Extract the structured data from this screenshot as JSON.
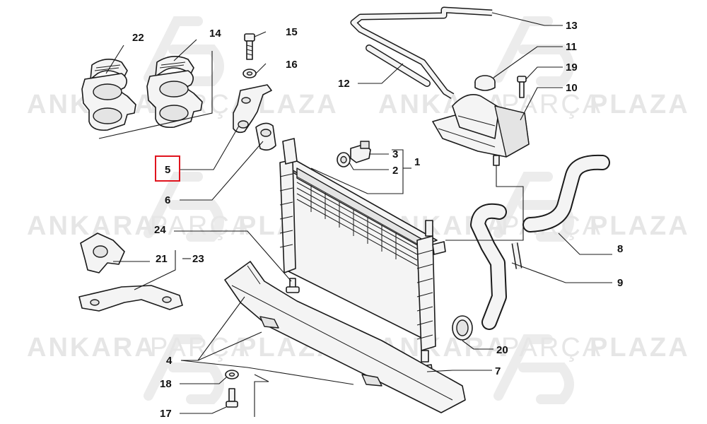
{
  "watermark": {
    "brand_bold_1": "ANKARA",
    "brand_light": "PARÇA",
    "brand_bold_2": "PLAZA"
  },
  "callouts": [
    {
      "id": "1",
      "label": "1"
    },
    {
      "id": "2",
      "label": "2"
    },
    {
      "id": "3",
      "label": "3"
    },
    {
      "id": "4",
      "label": "4"
    },
    {
      "id": "5",
      "label": "5",
      "highlighted": true
    },
    {
      "id": "6",
      "label": "6"
    },
    {
      "id": "7",
      "label": "7"
    },
    {
      "id": "8",
      "label": "8"
    },
    {
      "id": "9",
      "label": "9"
    },
    {
      "id": "10",
      "label": "10"
    },
    {
      "id": "11",
      "label": "11"
    },
    {
      "id": "12",
      "label": "12"
    },
    {
      "id": "13",
      "label": "13"
    },
    {
      "id": "14",
      "label": "14"
    },
    {
      "id": "15",
      "label": "15"
    },
    {
      "id": "16",
      "label": "16"
    },
    {
      "id": "17",
      "label": "17"
    },
    {
      "id": "18",
      "label": "18"
    },
    {
      "id": "19",
      "label": "19"
    },
    {
      "id": "20",
      "label": "20"
    },
    {
      "id": "21",
      "label": "21"
    },
    {
      "id": "22",
      "label": "22"
    },
    {
      "id": "23",
      "label": "23"
    },
    {
      "id": "24",
      "label": "24"
    }
  ],
  "colors": {
    "highlight": "#e0141e",
    "line": "#1a1a1a",
    "watermark": "#e6e6e6"
  }
}
